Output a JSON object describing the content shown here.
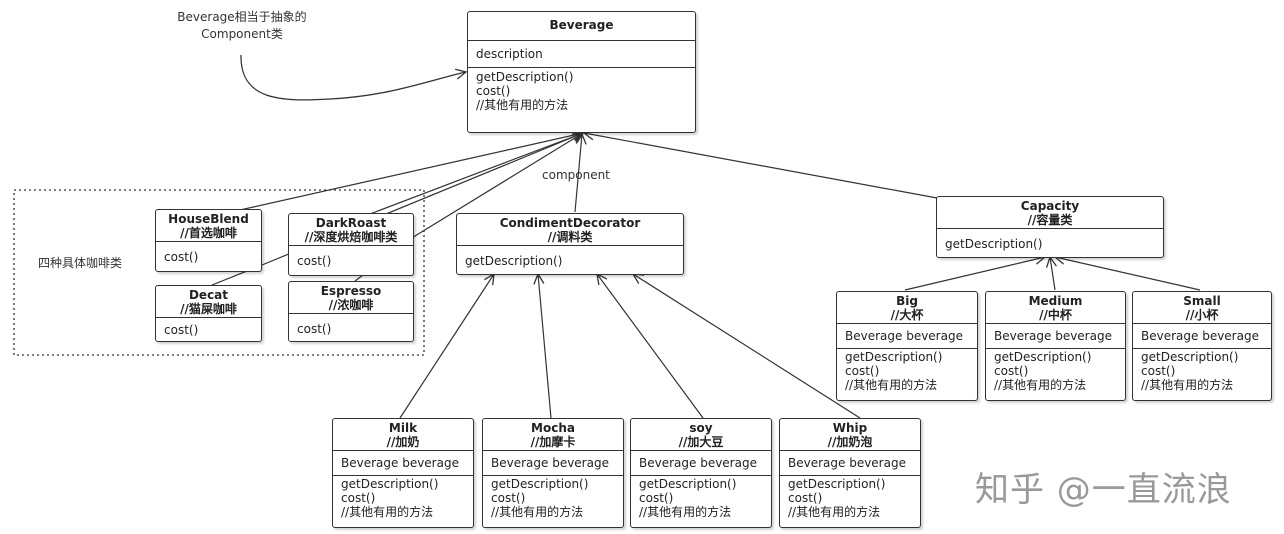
{
  "notes": {
    "component_note_line1": "Beverage相当于抽象的",
    "component_note_line2": "Component类",
    "group_label": "四种具体咖啡类",
    "component_label": "component"
  },
  "classes": {
    "beverage": {
      "name": "Beverage",
      "attributes": [
        "description"
      ],
      "methods": [
        "getDescription()",
        "cost()",
        "//其他有用的方法"
      ]
    },
    "houseblend": {
      "name": "HouseBlend",
      "subtitle": "//首选咖啡",
      "methods": [
        "cost()"
      ]
    },
    "darkroast": {
      "name": "DarkRoast",
      "subtitle": "//深度烘焙咖啡类",
      "methods": [
        "cost()"
      ]
    },
    "decat": {
      "name": "Decat",
      "subtitle": "//猫屎咖啡",
      "methods": [
        "cost()"
      ]
    },
    "espresso": {
      "name": "Espresso",
      "subtitle": "//浓咖啡",
      "methods": [
        "cost()"
      ]
    },
    "condiment": {
      "name": "CondimentDecorator",
      "subtitle": "//调料类",
      "methods": [
        "getDescription()"
      ]
    },
    "capacity": {
      "name": "Capacity",
      "subtitle": "//容量类",
      "methods": [
        "getDescription()"
      ]
    },
    "big": {
      "name": "Big",
      "subtitle": "//大杯",
      "attributes": [
        "Beverage beverage"
      ],
      "methods": [
        "getDescription()",
        "cost()",
        "//其他有用的方法"
      ]
    },
    "medium": {
      "name": "Medium",
      "subtitle": "//中杯",
      "attributes": [
        "Beverage beverage"
      ],
      "methods": [
        "getDescription()",
        "cost()",
        "//其他有用的方法"
      ]
    },
    "small": {
      "name": "Small",
      "subtitle": "//小杯",
      "attributes": [
        "Beverage beverage"
      ],
      "methods": [
        "getDescription()",
        "cost()",
        "//其他有用的方法"
      ]
    },
    "milk": {
      "name": "Milk",
      "subtitle": "//加奶",
      "attributes": [
        "Beverage beverage"
      ],
      "methods": [
        "getDescription()",
        "cost()",
        "//其他有用的方法"
      ]
    },
    "mocha": {
      "name": "Mocha",
      "subtitle": "//加摩卡",
      "attributes": [
        "Beverage beverage"
      ],
      "methods": [
        "getDescription()",
        "cost()",
        "//其他有用的方法"
      ]
    },
    "soy": {
      "name": "soy",
      "subtitle": "//加大豆",
      "attributes": [
        "Beverage beverage"
      ],
      "methods": [
        "getDescription()",
        "cost()",
        "//其他有用的方法"
      ]
    },
    "whip": {
      "name": "Whip",
      "subtitle": "//加奶泡",
      "attributes": [
        "Beverage beverage"
      ],
      "methods": [
        "getDescription()",
        "cost()",
        "//其他有用的方法"
      ]
    }
  },
  "watermark": "知乎 @一直流浪"
}
